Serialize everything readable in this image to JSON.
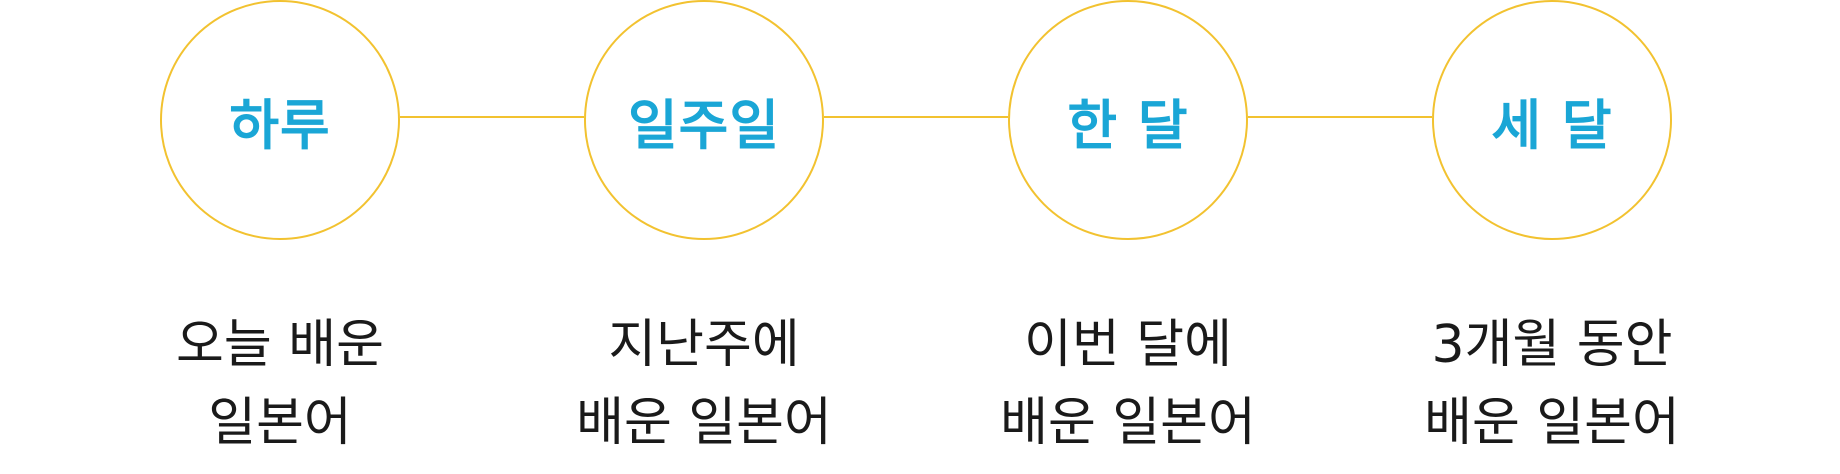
{
  "colors": {
    "ring": "#f2c230",
    "period_text": "#1aa6d6",
    "body_text": "#1a1a1a"
  },
  "stages": [
    {
      "period": "하루",
      "line1": "오늘 배운",
      "line2": "일본어"
    },
    {
      "period": "일주일",
      "line1": "지난주에",
      "line2": "배운 일본어"
    },
    {
      "period": "한 달",
      "line1": "이번 달에",
      "line2": "배운 일본어"
    },
    {
      "period": "세 달",
      "line1": "3개월 동안",
      "line2": "배운 일본어"
    }
  ]
}
